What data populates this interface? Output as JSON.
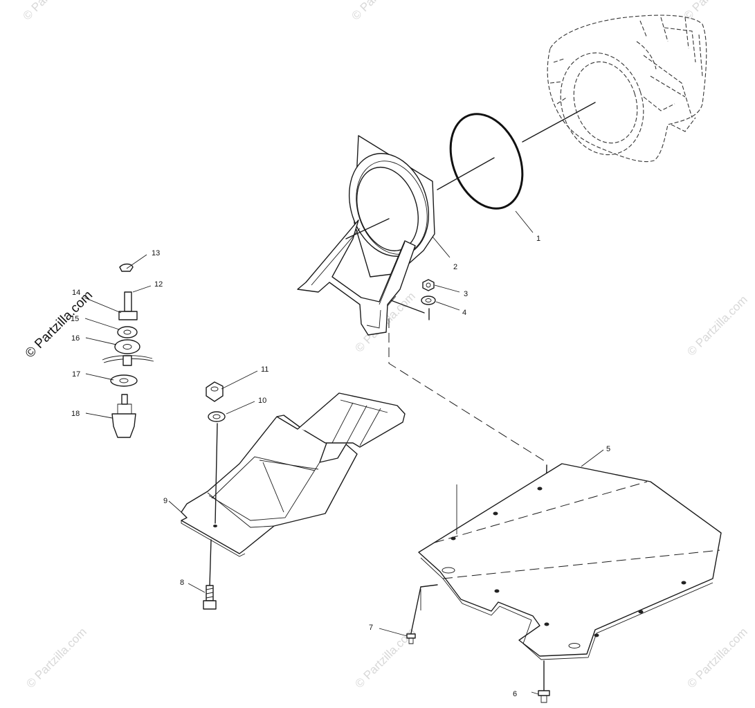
{
  "brand": {
    "watermark": "© Partzilla.com"
  },
  "callouts": [
    {
      "num": "1"
    },
    {
      "num": "2"
    },
    {
      "num": "3"
    },
    {
      "num": "4"
    },
    {
      "num": "5"
    },
    {
      "num": "6"
    },
    {
      "num": "7"
    },
    {
      "num": "8"
    },
    {
      "num": "9"
    },
    {
      "num": "10"
    },
    {
      "num": "11"
    },
    {
      "num": "12"
    },
    {
      "num": "13"
    },
    {
      "num": "14"
    },
    {
      "num": "15"
    },
    {
      "num": "16"
    },
    {
      "num": "17"
    },
    {
      "num": "18"
    }
  ],
  "icons": {
    "pump-housing": "pump-housing-icon",
    "o-ring": "o-ring-icon",
    "intake-duct": "intake-duct-icon",
    "ride-plate": "ride-plate-icon",
    "intake-grate": "intake-grate-icon",
    "fitting": "hose-fitting-icon"
  }
}
